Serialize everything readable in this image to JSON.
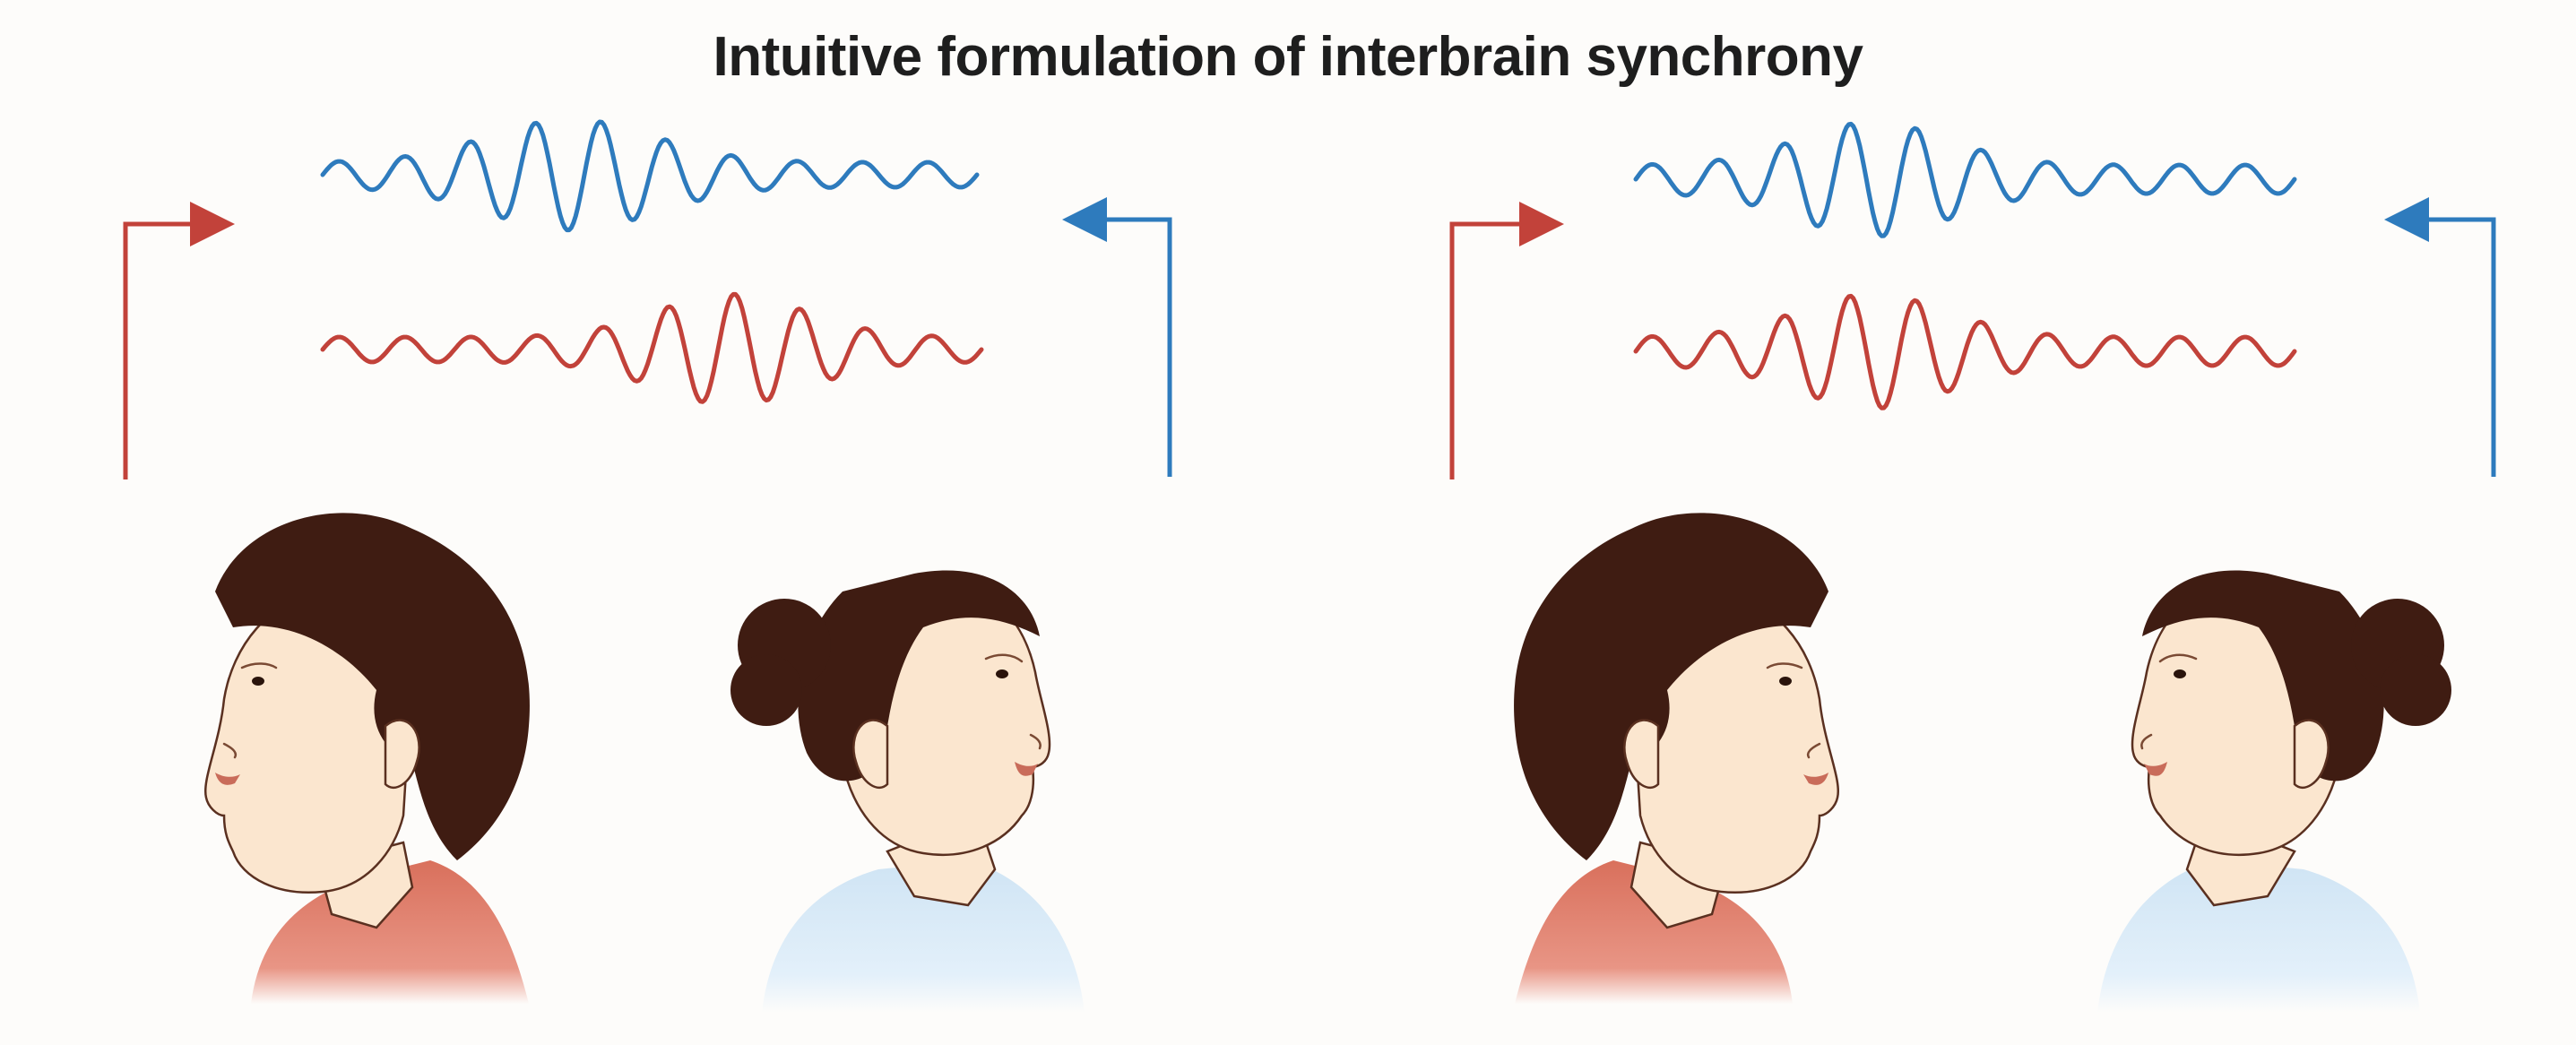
{
  "title": "Intuitive formulation of interbrain synchrony",
  "colors": {
    "blue_signal": "#2e7bbd",
    "red_signal": "#c2423a",
    "hair": "#3f1c12",
    "skin": "#fbe6cf",
    "red_shirt": "#d9705c",
    "blue_shirt": "#d7e9f6"
  },
  "panels": [
    {
      "name": "left",
      "man_facing": "left",
      "woman_facing": "right",
      "waves_synchronized": false
    },
    {
      "name": "right",
      "man_facing": "right",
      "woman_facing": "left",
      "waves_synchronized": true
    }
  ],
  "icons": [
    "red-feedback-arrow-icon",
    "blue-feedback-arrow-icon"
  ]
}
